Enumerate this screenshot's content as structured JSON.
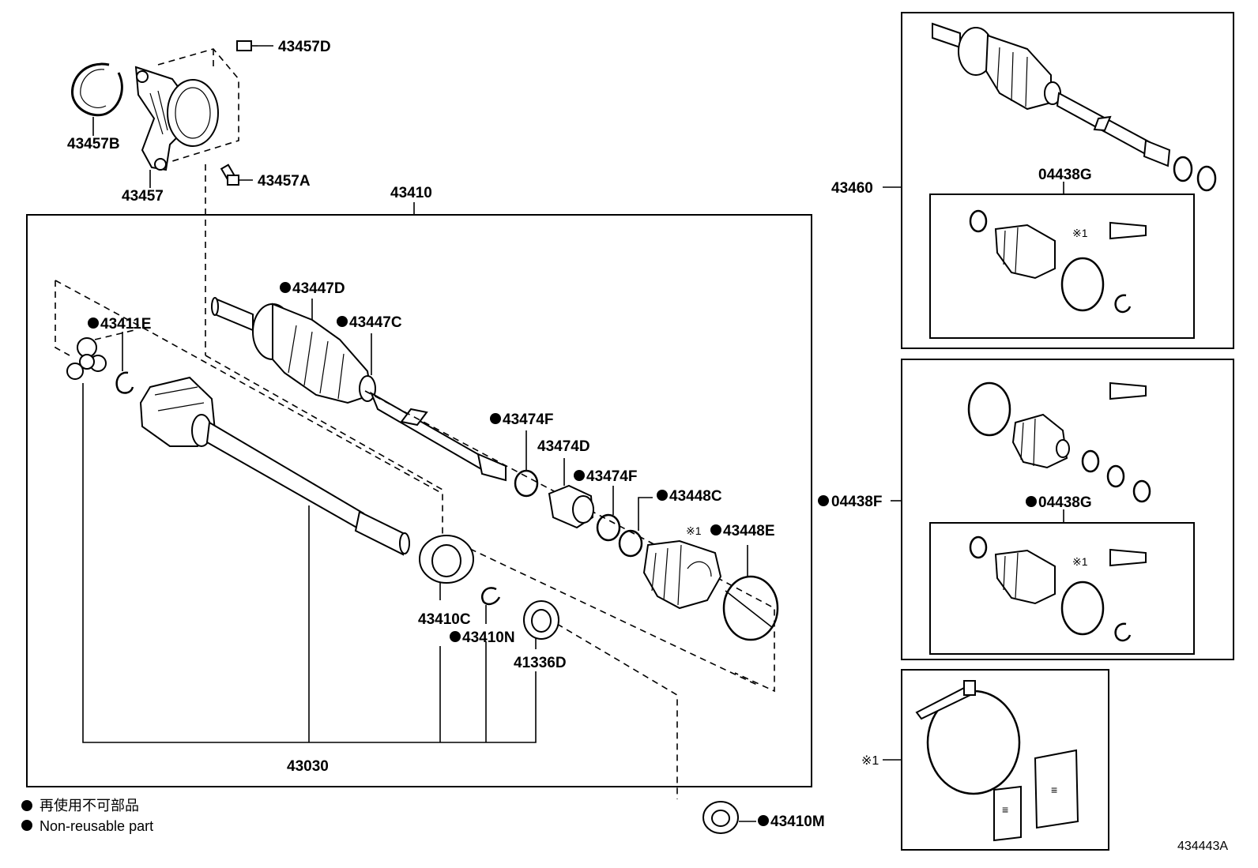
{
  "labels": {
    "p43457D": "43457D",
    "p43457B": "43457B",
    "p43457": "43457",
    "p43457A": "43457A",
    "p43410": "43410",
    "p43447D": "43447D",
    "p43447C": "43447C",
    "p43411E": "43411E",
    "p43474F_a": "43474F",
    "p43474D": "43474D",
    "p43474F_b": "43474F",
    "p43448C": "43448C",
    "p43448E": "43448E",
    "p43410C": "43410C",
    "p43410N": "43410N",
    "p41336D": "41336D",
    "p43030": "43030",
    "p43410M": "43410M",
    "p43460": "43460",
    "p04438G_top": "04438G",
    "p04438F": "04438F",
    "p04438G_mid": "04438G",
    "ref_mark": "※1",
    "ref_note": "※1"
  },
  "legend": {
    "japanese": "再使用不可部品",
    "english": "Non-reusable part"
  },
  "figure_id": "434443A"
}
